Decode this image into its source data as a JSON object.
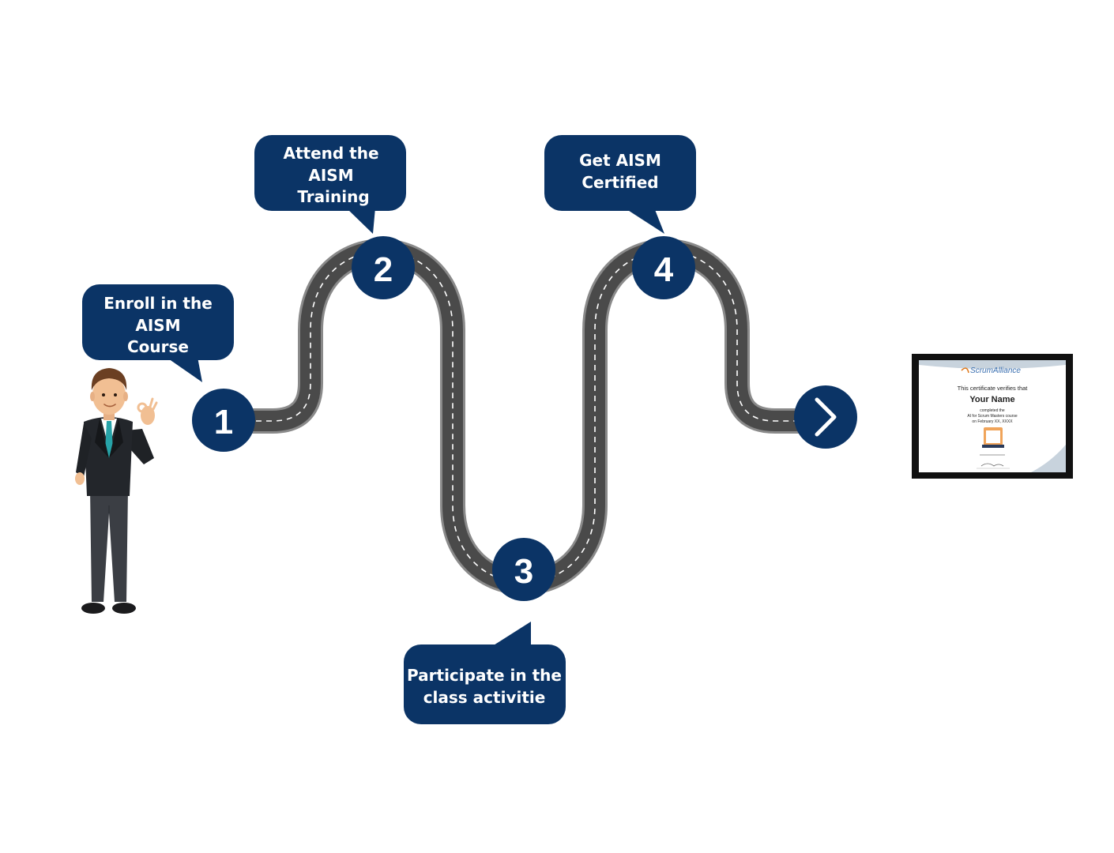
{
  "steps": [
    {
      "number": "1",
      "lines": [
        "Enroll in the",
        "AISM",
        "Course"
      ]
    },
    {
      "number": "2",
      "lines": [
        "Attend the",
        "AISM",
        "Training"
      ]
    },
    {
      "number": "3",
      "lines": [
        "Participate in the",
        "class activitie"
      ]
    },
    {
      "number": "4",
      "lines": [
        "Get AISM",
        "Certified"
      ]
    }
  ],
  "next_icon": "chevron-right-icon",
  "certificate": {
    "brand": "ScrumAlliance",
    "verifies": "This certificate verifies that",
    "name": "Your Name",
    "line1": "completed the",
    "line2": "AI for Scrum Masters course",
    "line3": "on February XX, XXXX"
  },
  "colors": {
    "navy": "#0b3466",
    "road": "#4a4a4a",
    "road_edge": "#8a8a8a",
    "road_line": "#ffffff",
    "frame": "#111111",
    "brand_orange": "#e07b1f",
    "brand_blue": "#3a6fb0"
  }
}
